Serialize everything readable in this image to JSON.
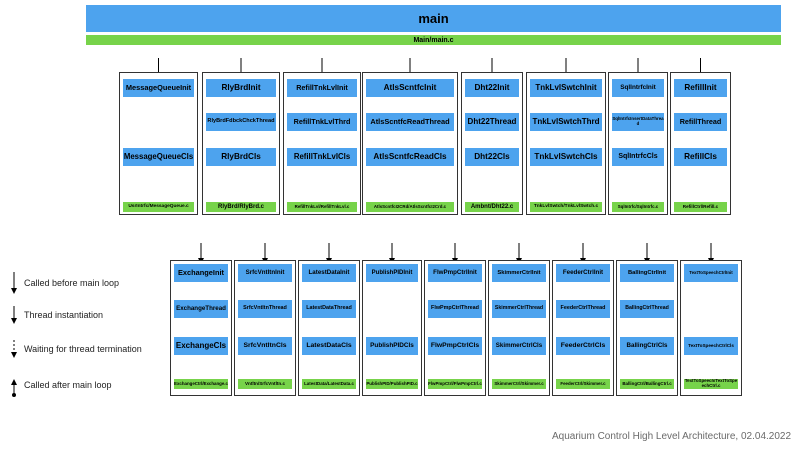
{
  "main": {
    "label": "main",
    "file": "Main/main.c"
  },
  "modules": [
    {
      "init": "MessageQueueInit",
      "cls": "MessageQueueCls",
      "file": "UsrIntrfc/MessageQueue.c"
    },
    {
      "init": "RlyBrdInit",
      "thread": "RlyBrdFdbckChckThread",
      "cls": "RlyBrdCls",
      "file": "RlyBrd/RlyBrd.c"
    },
    {
      "init": "RefillTnkLvlInit",
      "thread": "RefillTnkLvlThrd",
      "cls": "RefillTnkLvlCls",
      "file": "RefillTnkLvl/RefillTnkLvl.c"
    },
    {
      "init": "AtlsScntfcInit",
      "thread": "AtlsScntfcReadThread",
      "cls": "AtlsScntfcReadCls",
      "file": "AtlsScntfcI2CRd/AtlsScntfcI2Crd.c"
    },
    {
      "init": "Dht22Init",
      "thread": "Dht22Thread",
      "cls": "Dht22Cls",
      "file": "Ambnt/Dht22.c"
    },
    {
      "init": "TnkLvlSwtchInit",
      "thread": "TnkLvlSwtchThrd",
      "cls": "TnkLvlSwtchCls",
      "file": "TnkLvlSwtch/TnkLvlSwtch.c"
    },
    {
      "init": "SqlIntrfcInit",
      "thread": "SqlIntrfcInsertDataThread",
      "cls": "SqlIntrfcCls",
      "file": "SqlIntrfc/SqlIntrfc.c"
    },
    {
      "init": "RefillInit",
      "thread": "RefillThread",
      "cls": "RefillCls",
      "file": "RefillCtrl/Refill.c"
    },
    {
      "init": "ExchangeInit",
      "thread": "ExchangeThread",
      "cls": "ExchangeCls",
      "file": "ExchangeCtrl/Exchange.c"
    },
    {
      "init": "SrfcVntltnInit",
      "thread": "SrfcVntltnThread",
      "cls": "SrfcVntltnCls",
      "file": "Vntltn/SrfcVntltn.c"
    },
    {
      "init": "LatestDataInit",
      "thread": "LatestDataThread",
      "cls": "LatestDataCls",
      "file": "LatestData/LatestData.c"
    },
    {
      "init": "PublishPIDInit",
      "cls": "PublishPIDCls",
      "file": "PublishPID/PublishPID.c"
    },
    {
      "init": "FlwPmpCtrlInit",
      "thread": "FlwPmpCtrlThread",
      "cls": "FlwPmpCtrlCls",
      "file": "FlwPmpCtrl/FlwPmpCtrl.c"
    },
    {
      "init": "SkimmerCtrlInit",
      "thread": "SkimmerCtrlThread",
      "cls": "SkimmerCtrlCls",
      "file": "SkimmerCtrl/Skimmer.c"
    },
    {
      "init": "FeederCtrlInit",
      "thread": "FeederCtrlThread",
      "cls": "FeederCtrlCls",
      "file": "FeederCtrl/Skimmer.c"
    },
    {
      "init": "BallingCtrlInit",
      "thread": "BallingCtrlThread",
      "cls": "BallingCtrlCls",
      "file": "BallingCtrl/BallingCtrl.c"
    },
    {
      "init": "TextToSpeechCtrlInit",
      "cls": "TextToSpeechCtrlCls",
      "file": "TextToSpeech/TextToSpeechCtrl.c"
    }
  ],
  "legend": {
    "before": "Called before main loop",
    "thread": "Thread instantiation",
    "waiting": "Waiting for thread termination",
    "after": "Called after main loop"
  },
  "caption": "Aquarium Control High Level Architecture, 02.04.2022",
  "colors": {
    "blue": "#4da3ee",
    "green": "#77d34a"
  }
}
